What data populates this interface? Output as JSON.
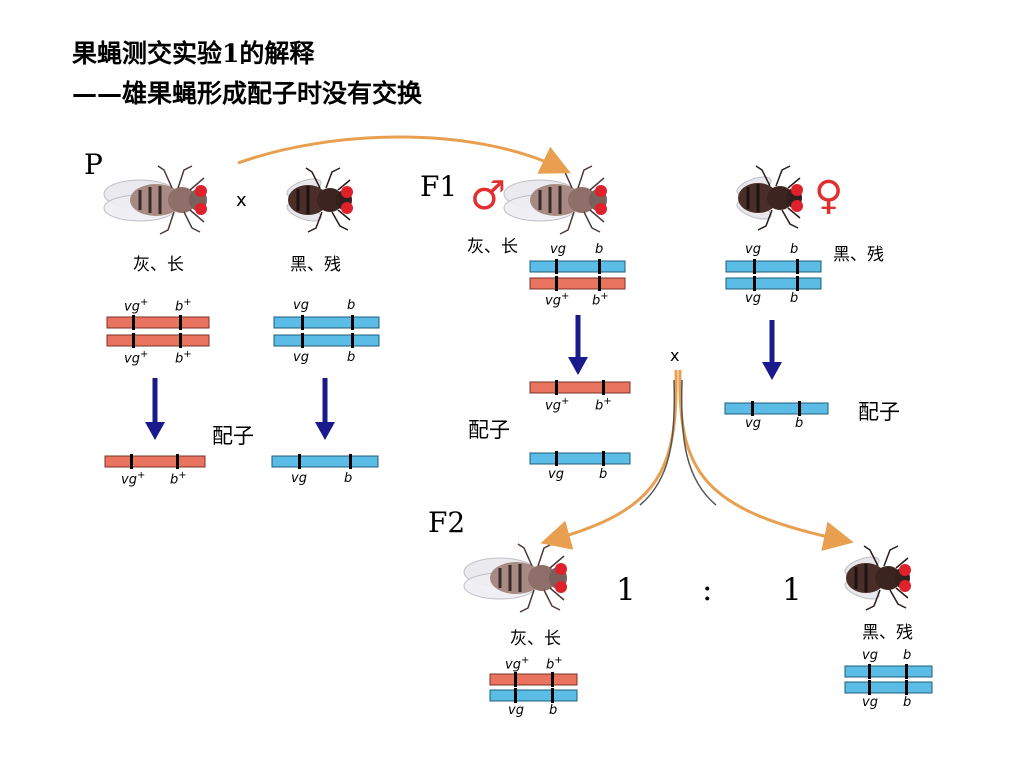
{
  "title": {
    "line1": "果蝇测交实验1的解释",
    "line2": "——雄果蝇形成配子时没有交换"
  },
  "labels": {
    "p": "P",
    "cross": "x",
    "f1": "F1",
    "f2": "F2",
    "gamete": "配子",
    "gray_long": "灰、长",
    "black_vestigial": "黑、残",
    "male_symbol": "♂",
    "female_symbol": "♀",
    "ratio_left": "1",
    "ratio_sep": ":",
    "ratio_right": "1"
  },
  "alleles": {
    "vg_plus": "vg",
    "b_plus": "b",
    "plus": "+",
    "vg": "vg",
    "b": "b"
  },
  "colors": {
    "chromosome_red": "#e8735f",
    "chromosome_blue": "#5bbde6",
    "arrow_blue": "#1a1a8c",
    "arrow_orange": "#e8a050",
    "sex_symbol": "#e03030"
  }
}
